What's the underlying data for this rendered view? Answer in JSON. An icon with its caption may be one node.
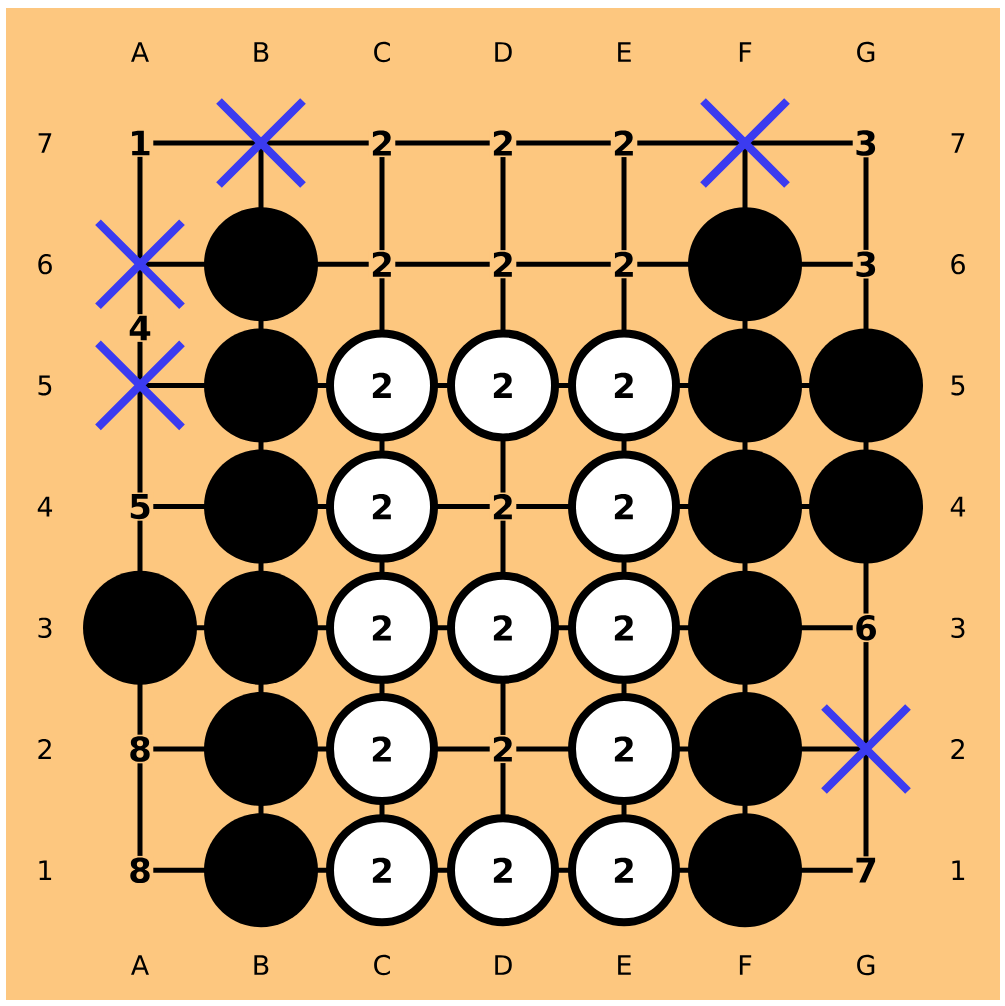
{
  "diagram": {
    "nodes": [
      {
        "text": [],
        "shape": "circle"
      },
      {
        "text": [],
        "shape": "circle"
      },
      {
        "text": [],
        "shape": "circle"
      },
      {
        "text": [
          "2"
        ]
      },
      {
        "text": [
          "2"
        ]
      },
      {
        "text": [
          "2"
        ]
      },
      {
        "text": [],
        "shape": "circle"
      },
      {
        "text": [],
        "shape": "circle"
      },
      {
        "text": [],
        "shape": "circle"
      },
      {
        "text": [
          "2"
        ]
      },
      {
        "text": [
          "2"
        ]
      },
      {
        "text": [],
        "shape": "circle"
      },
      {
        "text": [],
        "shape": "circle"
      },
      {
        "text": [],
        "shape": "circle"
      },
      {
        "text": [],
        "shape": "circle"
      },
      {
        "text": [
          "2"
        ]
      },
      {
        "text": [
          "2"
        ]
      },
      {
        "text": [
          "2"
        ]
      },
      {
        "text": [],
        "shape": "circle"
      },
      {
        "text": [],
        "shape": "circle"
      },
      {
        "text": [
          "2"
        ]
      },
      {
        "text": [
          "2"
        ]
      },
      {
        "text": [],
        "shape": "circle"
      },
      {
        "text": [],
        "shape": "circle"
      },
      {
        "text": [
          "2"
        ]
      },
      {
        "text": [
          "2"
        ]
      },
      {
        "text": [
          "2"
        ]
      },
      {
        "text": [],
        "shape": "circle"
      }
    ],
    "labels": [
      "A",
      "B",
      "C",
      "D",
      "E",
      "F",
      "G",
      "7",
      "1",
      "2",
      "2",
      "2",
      "3",
      "7",
      "6",
      "2",
      "2",
      "2",
      "3",
      "6",
      "4",
      "5",
      "5",
      "4",
      "5",
      "2",
      "4",
      "3",
      "6",
      "3",
      "2",
      "8",
      "2",
      "2",
      "1",
      "8",
      "7",
      "1",
      "A",
      "B",
      "C",
      "D",
      "E",
      "F",
      "G"
    ]
  }
}
